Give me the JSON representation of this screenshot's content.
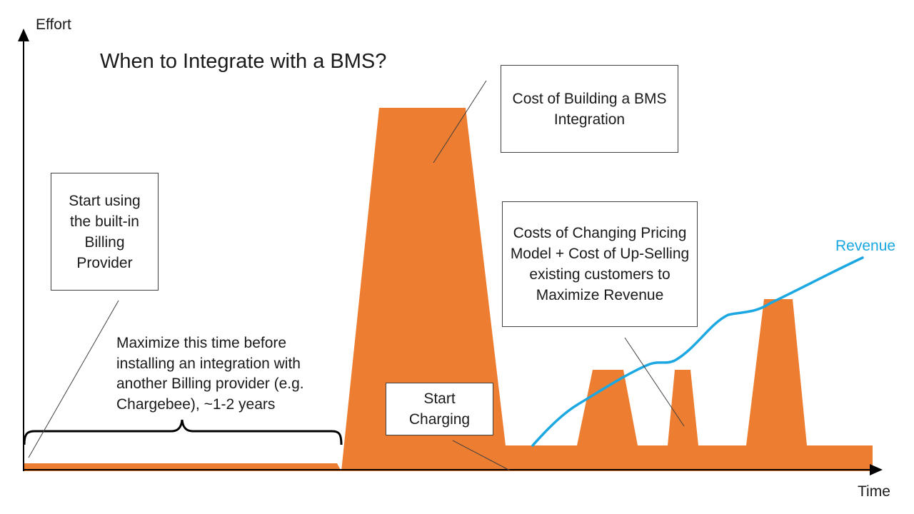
{
  "title": "When to Integrate with a BMS?",
  "axes": {
    "y_label": "Effort",
    "x_label": "Time"
  },
  "colors": {
    "effort_fill": "#ed7d31",
    "revenue_line": "#1ba7e1",
    "axis": "#000000",
    "connector": "#404040"
  },
  "boxes": {
    "start_builtin": "Start using the built-in Billing Provider",
    "cost_building": "Cost of Building a BMS Integration",
    "costs_changing": "Costs of Changing Pricing Model + Cost of Up-Selling existing customers to Maximize Revenue",
    "start_charging": "Start Charging"
  },
  "note": "Maximize this time before installing an integration with another Billing provider (e.g. Chargebee), ~1-2 years",
  "series": {
    "revenue_label": "Revenue"
  }
}
